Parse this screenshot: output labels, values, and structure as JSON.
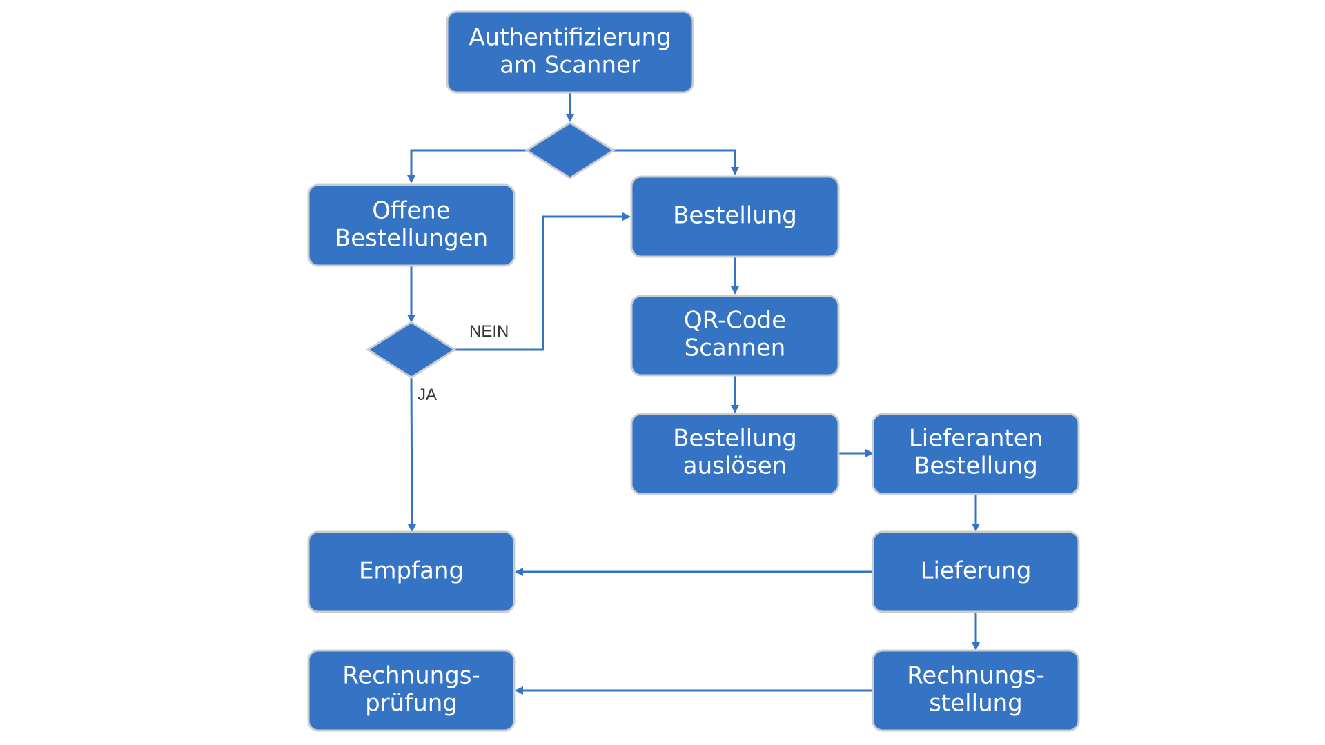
{
  "nodes": {
    "auth": {
      "lines": [
        "Authentifizierung",
        "am Scanner"
      ]
    },
    "offene": {
      "lines": [
        "Offene",
        "Bestellungen"
      ]
    },
    "bestellung": {
      "lines": [
        "Bestellung"
      ]
    },
    "qr": {
      "lines": [
        "QR-Code",
        "Scannen"
      ]
    },
    "ausloesen": {
      "lines": [
        "Bestellung",
        "auslösen"
      ]
    },
    "lieferanten": {
      "lines": [
        "Lieferanten",
        "Bestellung"
      ]
    },
    "empfang": {
      "lines": [
        "Empfang"
      ]
    },
    "lieferung": {
      "lines": [
        "Lieferung"
      ]
    },
    "rpruefung": {
      "lines": [
        "Rechnungs-",
        "prüfung"
      ]
    },
    "rstellung": {
      "lines": [
        "Rechnungs-",
        "stellung"
      ]
    }
  },
  "edge_labels": {
    "nein": "NEIN",
    "ja": "JA"
  },
  "colors": {
    "box_fill": "#3574c4",
    "box_border": "#c9ccd1",
    "arrow": "#3574c4",
    "box_text": "#ffffff",
    "label_text": "#333333"
  }
}
